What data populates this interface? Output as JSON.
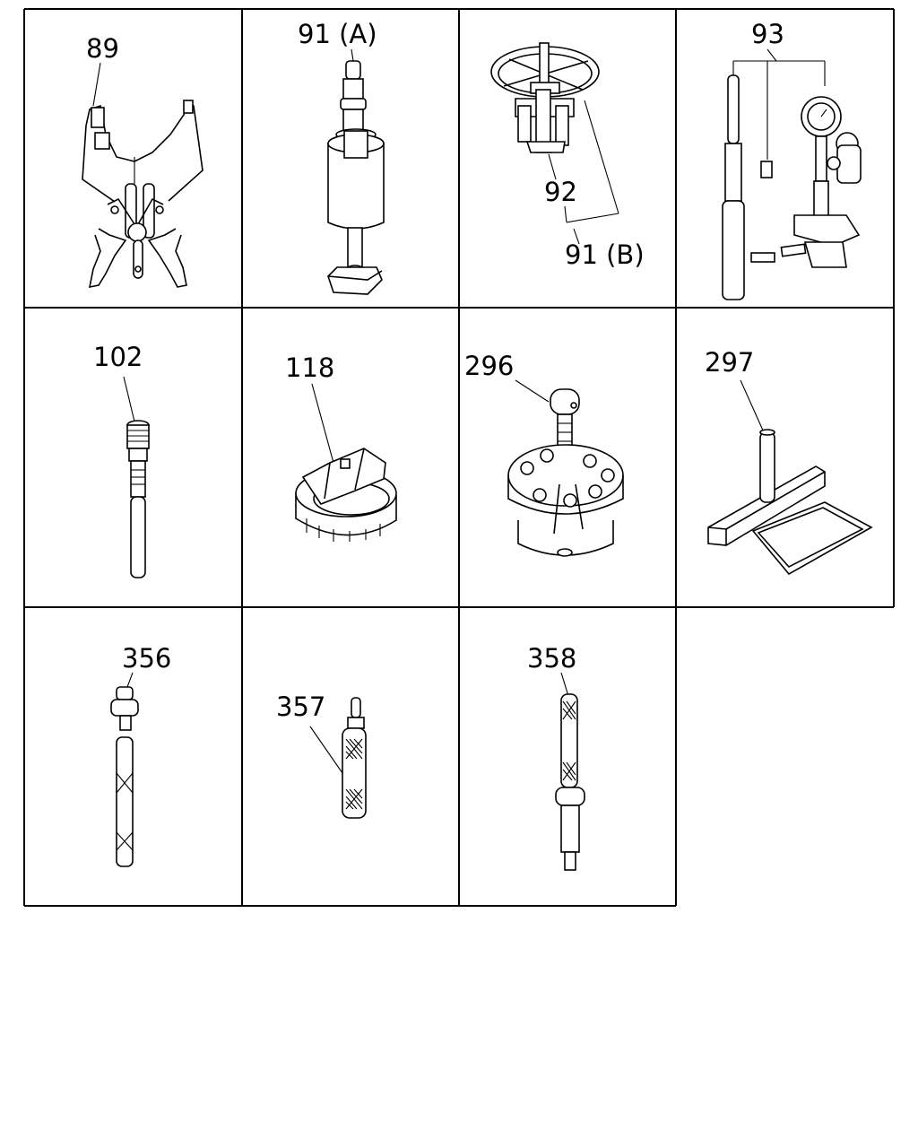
{
  "cells": [
    {
      "part": "89"
    },
    {
      "part": "91 (A)"
    },
    {
      "part": "92",
      "part2": "91 (B)"
    },
    {
      "part": "93"
    },
    {
      "part": "102"
    },
    {
      "part": "118"
    },
    {
      "part": "296"
    },
    {
      "part": "297"
    },
    {
      "part": "356"
    },
    {
      "part": "357"
    },
    {
      "part": "358"
    }
  ]
}
